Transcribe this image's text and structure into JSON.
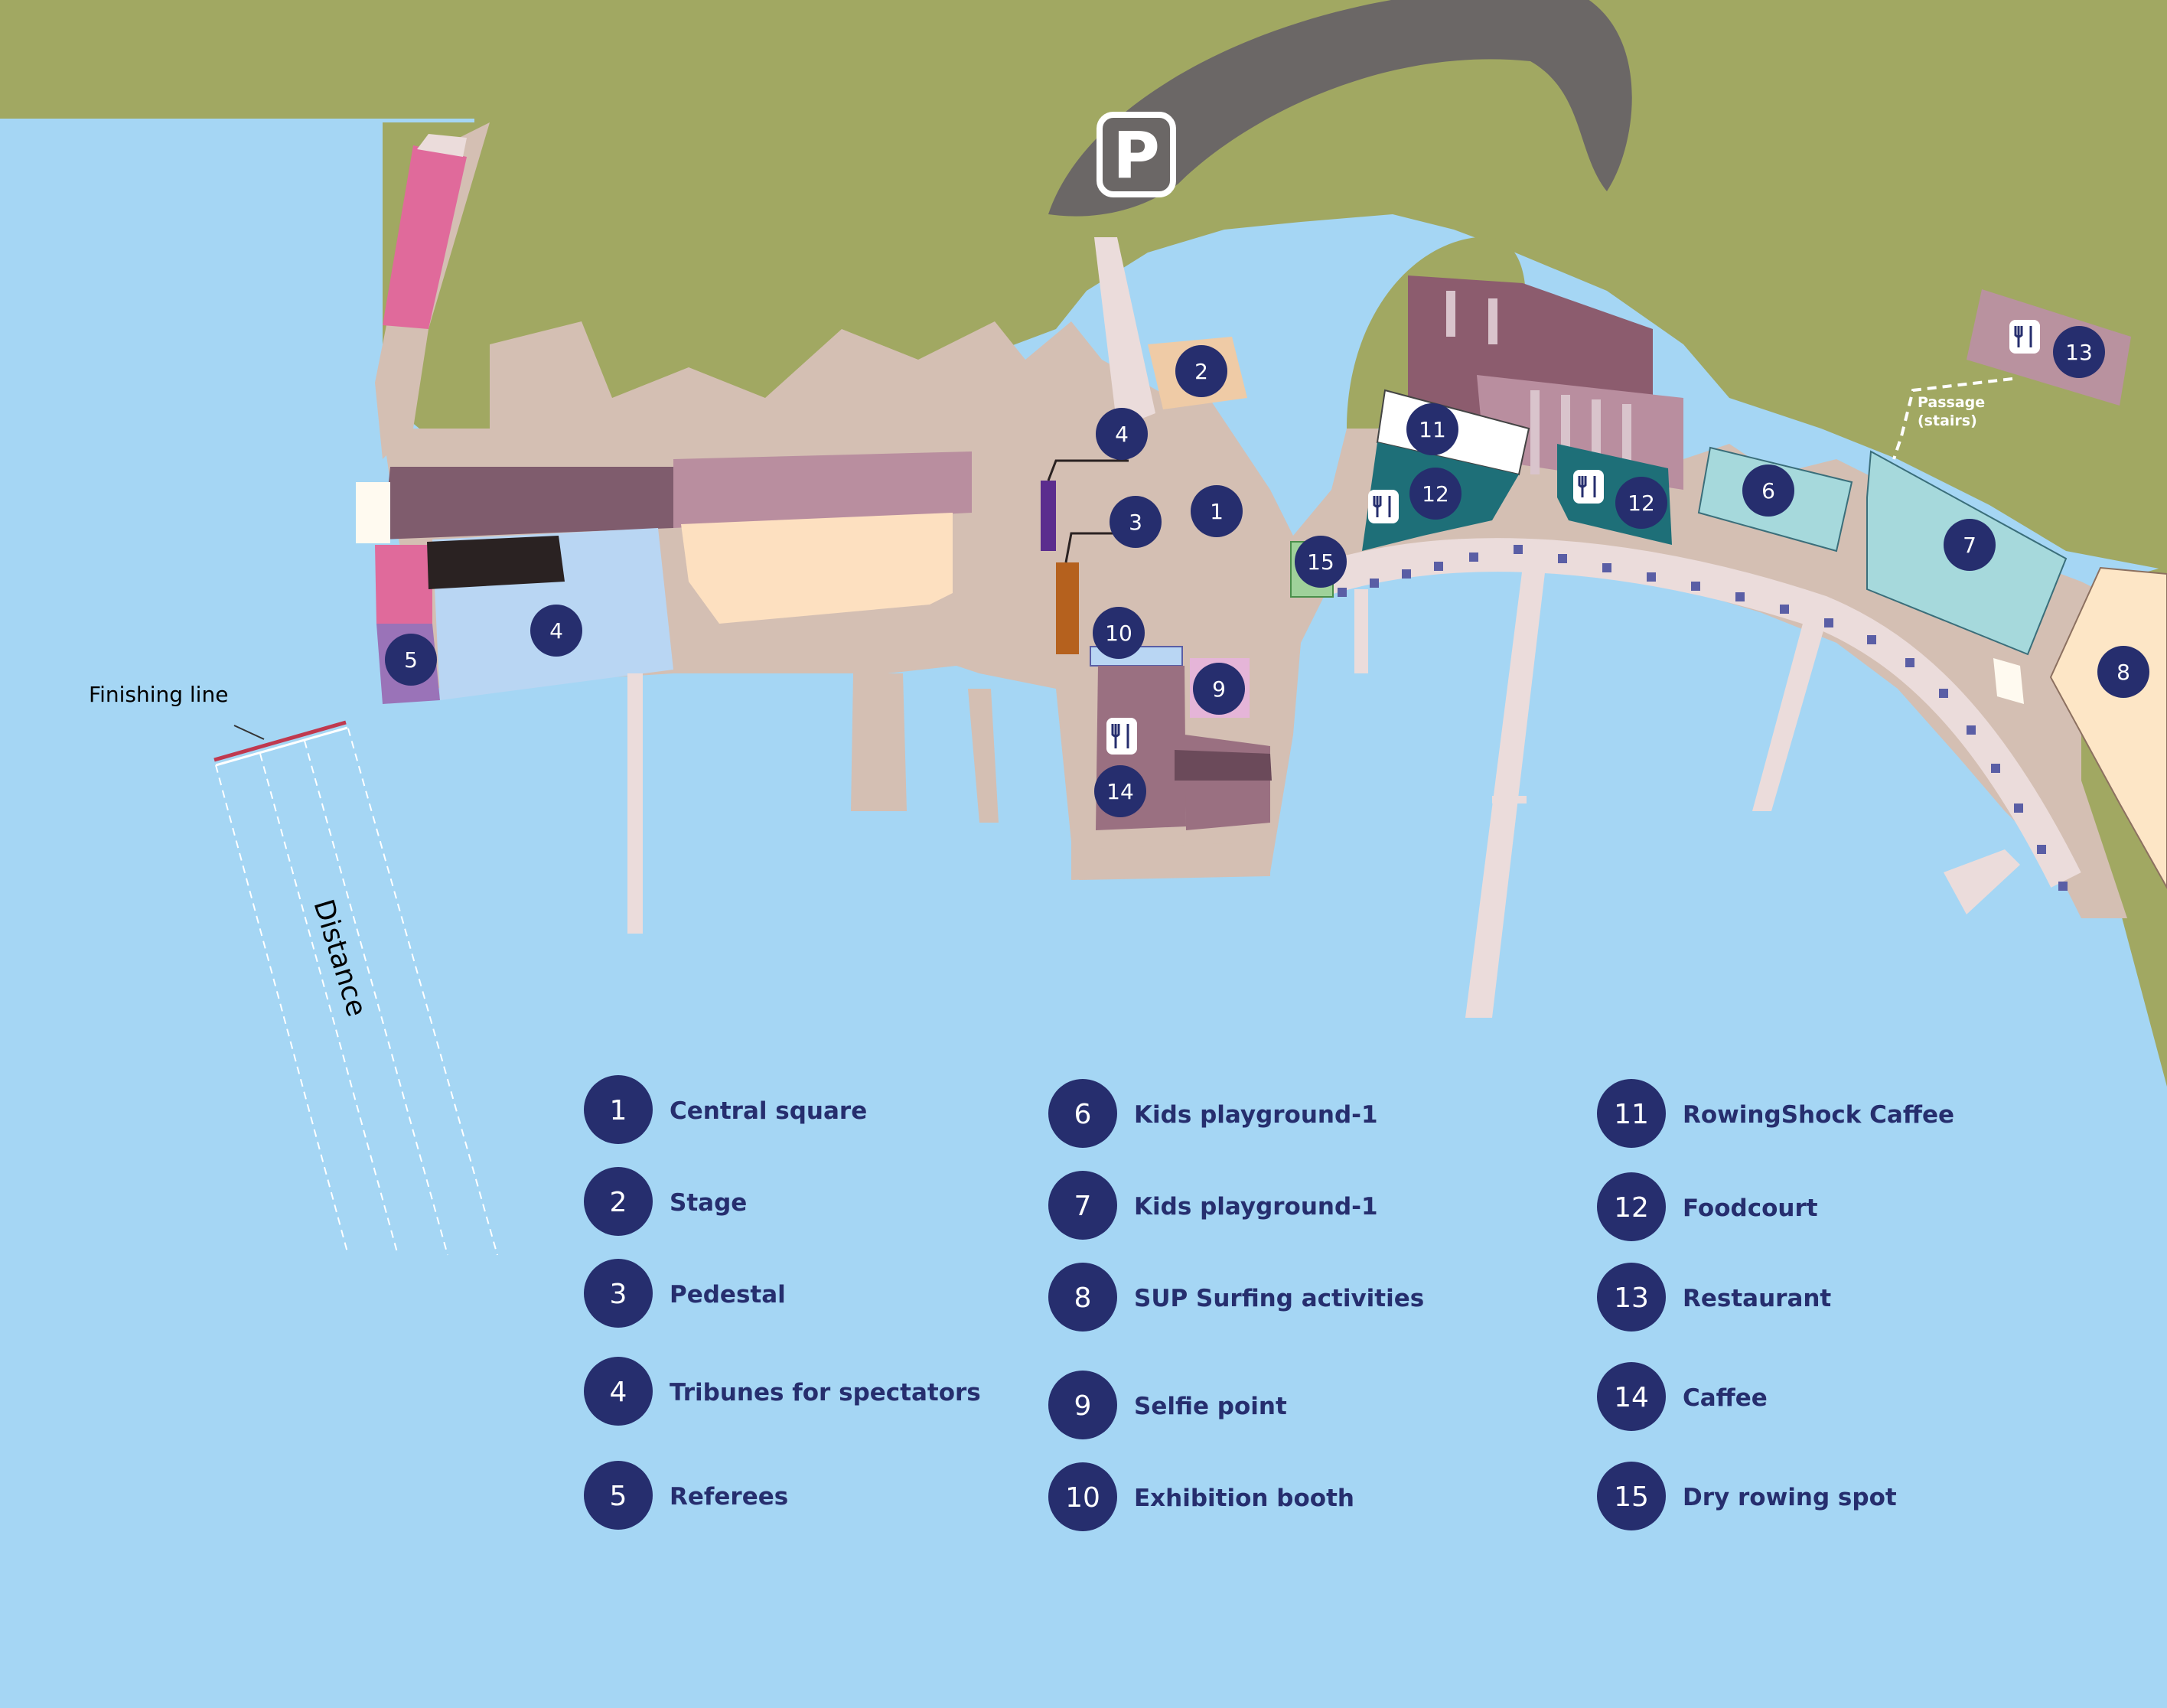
{
  "colors": {
    "water": "#a5d6f4",
    "land": "#a1a862",
    "ground": "#d4bfb3",
    "road": "#6b6766",
    "marker": "#262e6e",
    "marker_text": "#ffffff",
    "legend_text": "#262e6e",
    "walkway": "#ebdcdb",
    "dots": "#5a5ea5"
  },
  "icons": {
    "parking": "parking-icon",
    "food": "fork-knife-icon"
  },
  "parking_label": "P",
  "map_markers": [
    {
      "num": "1",
      "name": "central-square"
    },
    {
      "num": "2",
      "name": "stage"
    },
    {
      "num": "3",
      "name": "pedestal"
    },
    {
      "num": "4",
      "name": "tribunes-for-spectators"
    },
    {
      "num": "4",
      "name": "tribunes-for-spectators"
    },
    {
      "num": "5",
      "name": "referees"
    },
    {
      "num": "6",
      "name": "kids-playground"
    },
    {
      "num": "7",
      "name": "kids-playground"
    },
    {
      "num": "8",
      "name": "sup-surfing"
    },
    {
      "num": "9",
      "name": "selfie-point"
    },
    {
      "num": "10",
      "name": "exhibition-booth"
    },
    {
      "num": "11",
      "name": "rowingshock-caffee"
    },
    {
      "num": "12",
      "name": "foodcourt"
    },
    {
      "num": "12",
      "name": "foodcourt"
    },
    {
      "num": "13",
      "name": "restaurant"
    },
    {
      "num": "14",
      "name": "caffee"
    },
    {
      "num": "15",
      "name": "dry-rowing-spot"
    }
  ],
  "map_labels": {
    "finishing_line": "Finishing line",
    "distance": "Distance",
    "passage_line1": "Passage",
    "passage_line2": "(stairs)"
  },
  "legend": [
    {
      "num": "1",
      "label": "Central square"
    },
    {
      "num": "2",
      "label": "Stage"
    },
    {
      "num": "3",
      "label": "Pedestal"
    },
    {
      "num": "4",
      "label": "Tribunes for spectators"
    },
    {
      "num": "5",
      "label": "Referees"
    },
    {
      "num": "6",
      "label": "Kids playground-1"
    },
    {
      "num": "7",
      "label": "Kids playground-1"
    },
    {
      "num": "8",
      "label": "SUP Surfing activities"
    },
    {
      "num": "9",
      "label": "Selfie point"
    },
    {
      "num": "10",
      "label": "Exhibition booth"
    },
    {
      "num": "11",
      "label": "RowingShock Caffee"
    },
    {
      "num": "12",
      "label": "Foodcourt"
    },
    {
      "num": "13",
      "label": "Restaurant"
    },
    {
      "num": "14",
      "label": "Caffee"
    },
    {
      "num": "15",
      "label": "Dry rowing spot"
    }
  ]
}
